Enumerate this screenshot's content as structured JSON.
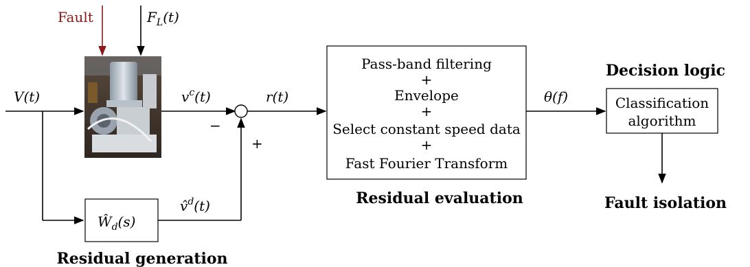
{
  "colors": {
    "fault": "#8b1a1a",
    "line": "#000000"
  },
  "signals": {
    "fault": "Fault",
    "load": "F_L(t)",
    "input": "V(t)",
    "measured": "v^c(t)",
    "residual": "r(t)",
    "theta": "θ(f)",
    "estimated": "v̂^d(t)",
    "minus": "−",
    "plus": "+"
  },
  "model_block": {
    "label": "Ŵ_d(s)"
  },
  "evaluation_block": {
    "lines": [
      "Pass-band filtering",
      "+",
      "Envelope",
      "+",
      "Select constant speed data",
      "+",
      "Fast Fourier Transform"
    ]
  },
  "classification_block": {
    "lines": [
      "Classification",
      "algorithm"
    ]
  },
  "titles": {
    "residual_generation": "Residual generation",
    "residual_evaluation": "Residual evaluation",
    "decision_logic": "Decision logic",
    "fault_isolation": "Fault isolation"
  },
  "photo": {
    "icon": "motor-photo"
  }
}
